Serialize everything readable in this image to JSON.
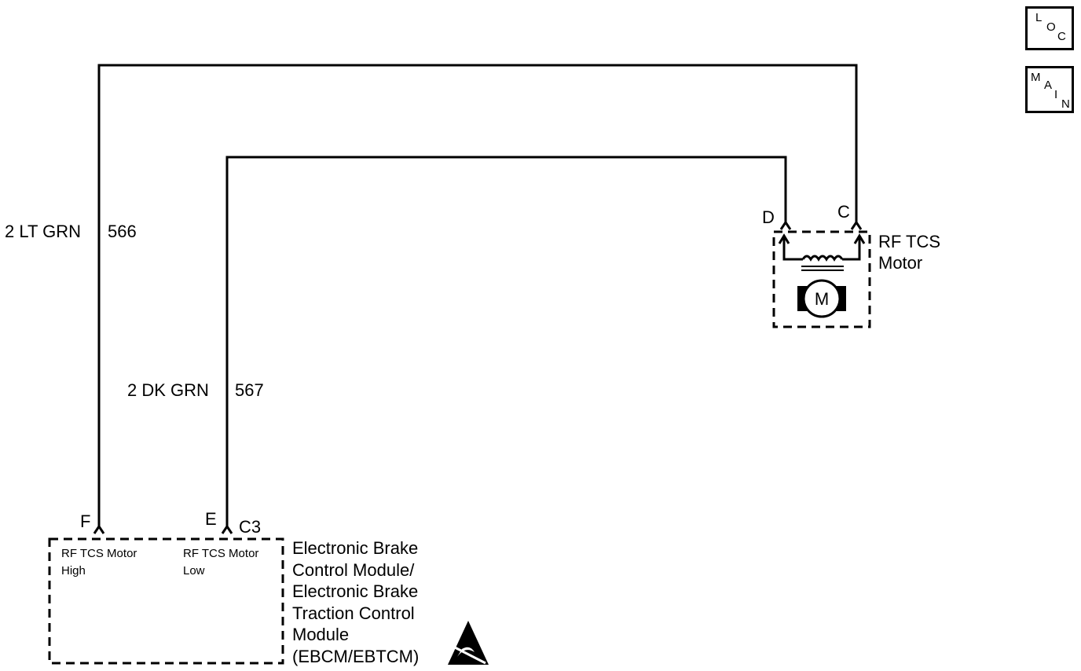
{
  "nav": {
    "loc": {
      "l1": "L",
      "l2": "O",
      "l3": "C"
    },
    "main": {
      "l1": "M",
      "l2": "A",
      "l3": "I",
      "l4": "N"
    }
  },
  "wires": {
    "lt_grn": {
      "color": "2 LT GRN",
      "circuit": "566"
    },
    "dk_grn": {
      "color": "2 DK GRN",
      "circuit": "567"
    }
  },
  "motor": {
    "title": "RF TCS\nMotor",
    "pin_d": "D",
    "pin_c": "C",
    "symbol": "M"
  },
  "module": {
    "title": "Electronic Brake\nControl Module/\nElectronic Brake\nTraction Control\nModule\n(EBCM/EBTCM)",
    "connector": "C3",
    "pin_f": "F",
    "pin_e": "E",
    "pin_f_label": "RF TCS Motor\nHigh",
    "pin_e_label": "RF TCS Motor\nLow",
    "esd_icon": "esd-warning-icon"
  },
  "colors": {
    "ink": "#000000",
    "paper": "#ffffff"
  }
}
